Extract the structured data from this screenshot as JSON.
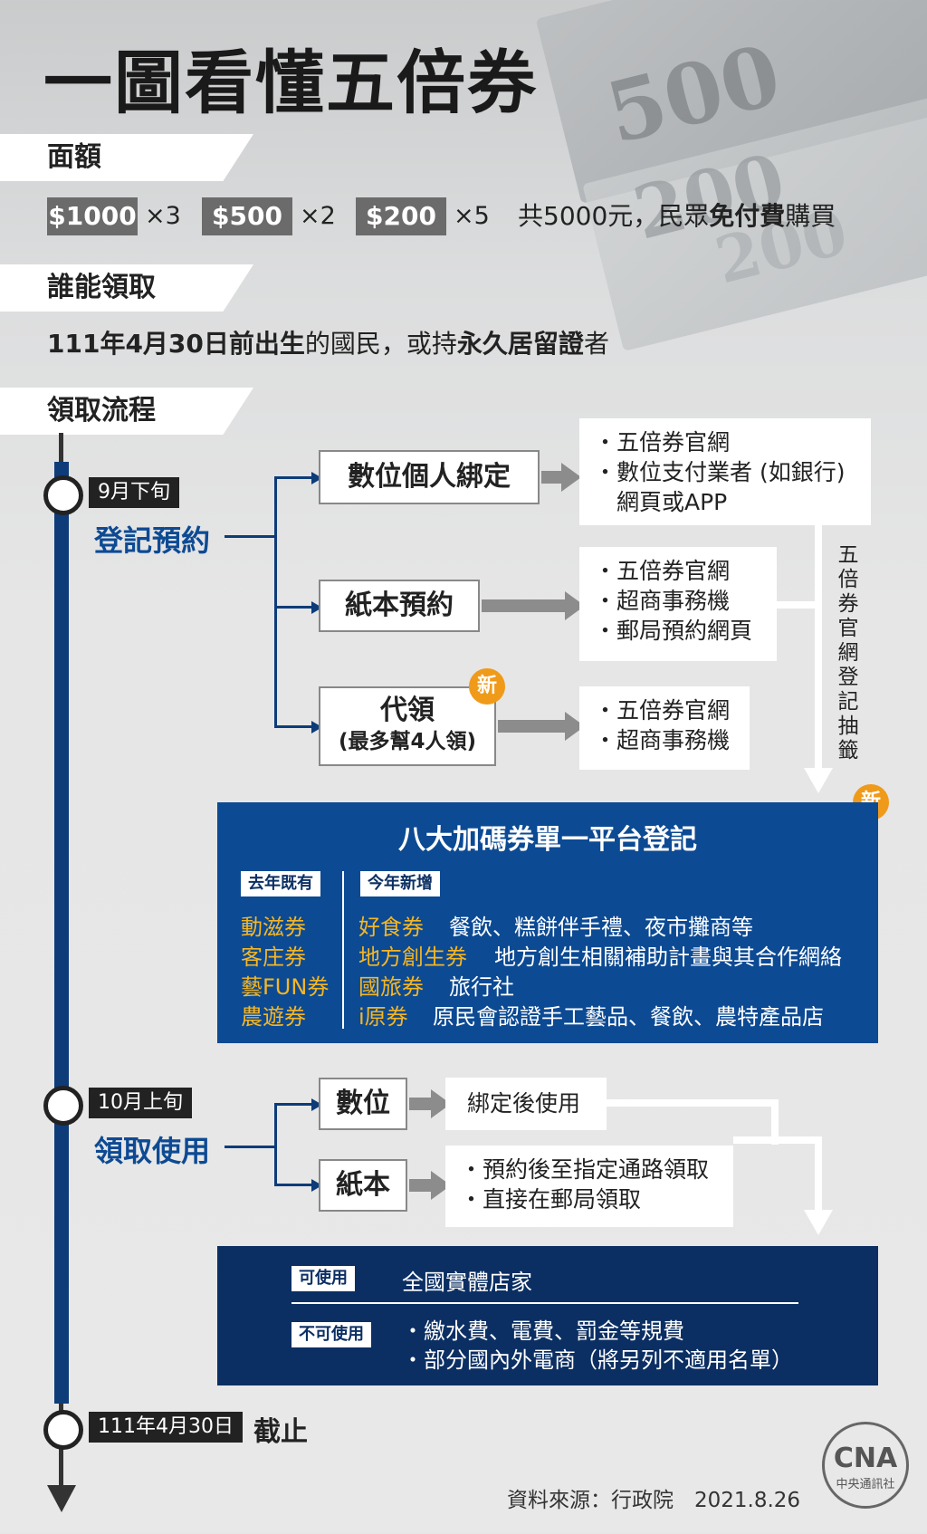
{
  "title": "一圖看懂五倍券",
  "bill_texts": [
    "500",
    "200",
    "200"
  ],
  "sections": {
    "denomination": "面額",
    "eligibility": "誰能領取",
    "process": "領取流程"
  },
  "denominations": [
    {
      "chip": "$1000",
      "count": "×3"
    },
    {
      "chip": "$500",
      "count": "×2"
    },
    {
      "chip": "$200",
      "count": "×5"
    }
  ],
  "total": {
    "prefix": "共5000元，民眾",
    "bold": "免付費",
    "suffix": "購買"
  },
  "eligibility_line": {
    "b1": "111年4月30日前出生",
    "t1": "的國民，或持",
    "b2": "永久居留證",
    "t2": "者"
  },
  "timeline": {
    "register": {
      "date": "9月下旬",
      "label": "登記預約"
    },
    "collect": {
      "date": "10月上旬",
      "label": "領取使用"
    },
    "end": {
      "date": "111年4月30日",
      "label": "截止"
    }
  },
  "register_options": {
    "digital": {
      "label": "數位個人綁定",
      "items": [
        "・五倍券官網",
        "・數位支付業者 (如銀行)",
        "　網頁或APP"
      ]
    },
    "paper": {
      "label": "紙本預約",
      "items": [
        "・五倍券官網",
        "・超商事務機",
        "・郵局預約網頁"
      ]
    },
    "proxy": {
      "label": "代領",
      "sub": "(最多幫4人領)",
      "badge": "新",
      "items": [
        "・五倍券官網",
        "・超商事務機"
      ]
    }
  },
  "lottery_note": "五倍券官網登記抽籤",
  "bonus_panel": {
    "title": "八大加碼券單一平台登記",
    "badge": "新",
    "existing_tag": "去年既有",
    "new_tag": "今年新增",
    "existing": [
      "動滋券",
      "客庄券",
      "藝FUN券",
      "農遊券"
    ],
    "new": [
      {
        "name": "好食券",
        "desc": "餐飲、糕餅伴手禮、夜市攤商等"
      },
      {
        "name": "地方創生券",
        "desc": "地方創生相關補助計畫與其合作網絡"
      },
      {
        "name": "國旅券",
        "desc": "旅行社"
      },
      {
        "name": "i原券",
        "desc": "原民會認證手工藝品、餐飲、農特產品店"
      }
    ]
  },
  "collect_options": {
    "digital": {
      "label": "數位",
      "items": [
        "綁定後使用"
      ]
    },
    "paper": {
      "label": "紙本",
      "items": [
        "・預約後至指定通路領取",
        "・直接在郵局領取"
      ]
    }
  },
  "usage_panel": {
    "allowed_tag": "可使用",
    "allowed": "全國實體店家",
    "disallowed_tag": "不可使用",
    "disallowed": [
      "・繳水費、電費、罰金等規費",
      "・部分國內外電商（將另列不適用名單）"
    ]
  },
  "source": "資料來源：行政院　2021.8.26",
  "logo": {
    "mark": "CNA",
    "name": "中央通訊社"
  },
  "colors": {
    "navy": "#0c4a93",
    "dark_navy": "#0b2f63",
    "orange": "#f09a1a",
    "yellow": "#f5b624",
    "gray_chip": "#6b6b6b"
  }
}
